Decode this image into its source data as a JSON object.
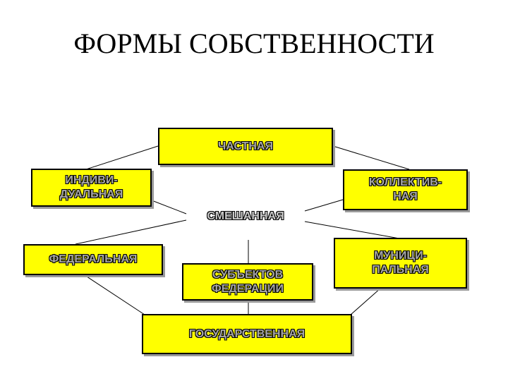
{
  "title": "ФОРМЫ СОБСТВЕННОСТИ",
  "nodes": {
    "private": "ЧАСТНАЯ",
    "individual": "ИНДИВИ-\nДУАЛЬНАЯ",
    "collective": "КОЛЛЕКТИВ-\nНАЯ",
    "mixed": "СМЕШАННАЯ",
    "federal": "ФЕДЕРАЛЬНАЯ",
    "municipal": "МУНИЦИ-\nПАЛЬНАЯ",
    "subjects": "СУБЪЕКТОВ\nФЕДЕРАЦИИ",
    "state": "ГОСУДАРСТВЕННАЯ"
  },
  "colors": {
    "box_fill": "#ffff00",
    "box_border": "#000000",
    "line": "#000000"
  }
}
